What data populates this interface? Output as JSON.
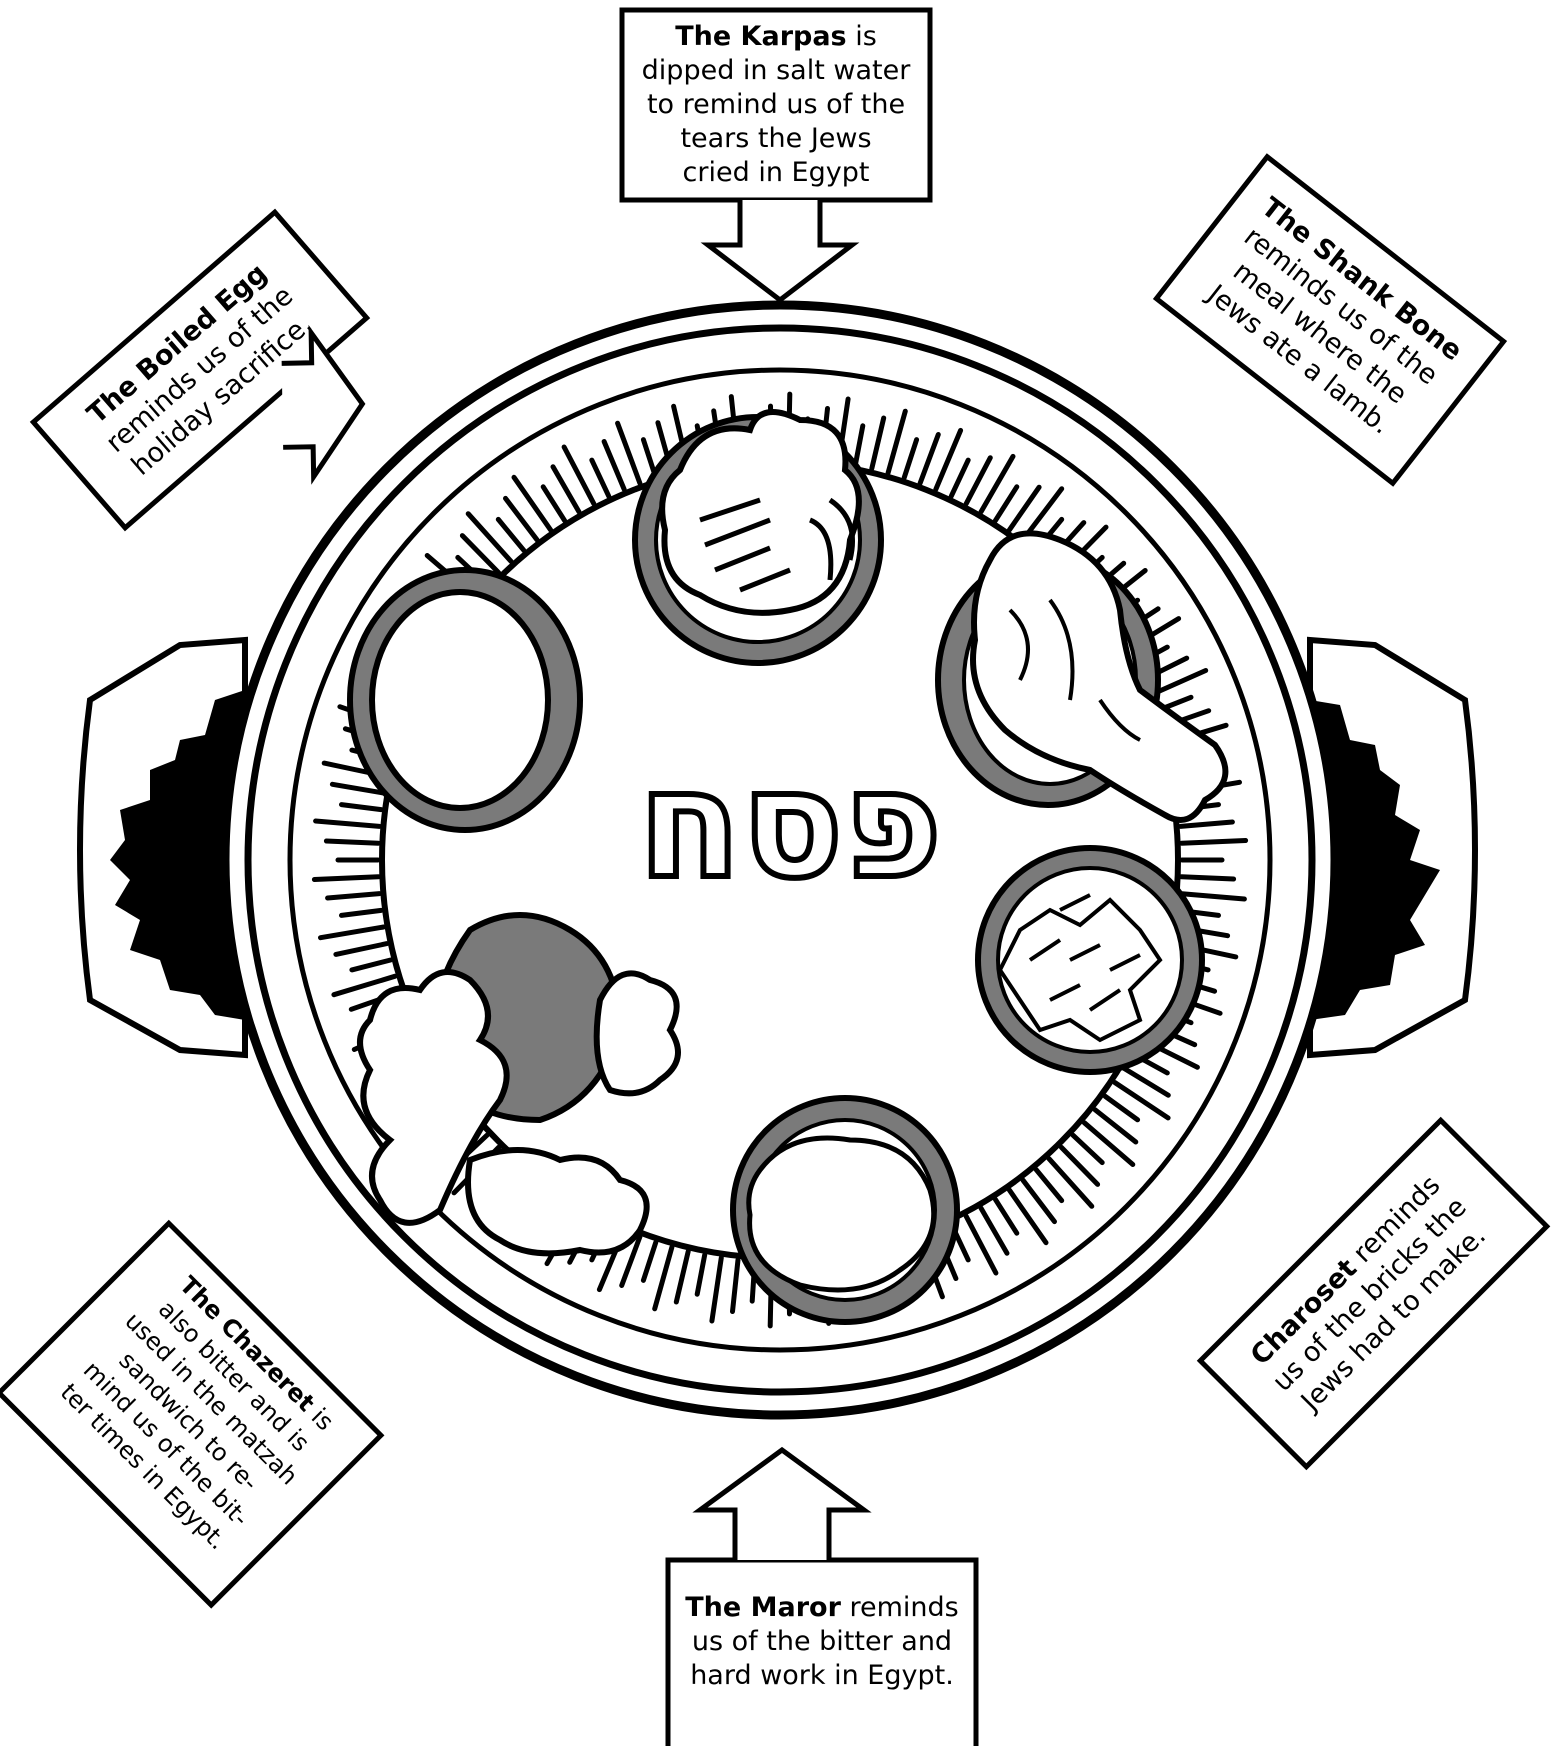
{
  "plate": {
    "hebrew_word": "פסח"
  },
  "labels": {
    "karpas": {
      "bold": "The Karpas",
      "rest": " is",
      "lines": [
        "dipped in salt water",
        "to remind us of the",
        "tears the Jews",
        "cried in Egypt"
      ]
    },
    "egg": {
      "bold": "The Boiled Egg",
      "rest": "",
      "lines": [
        "reminds us of the",
        "holiday sacrifice."
      ]
    },
    "shank": {
      "bold": "The Shank Bone",
      "rest": "",
      "lines": [
        "reminds us of the",
        "meal where the",
        "Jews ate a lamb."
      ]
    },
    "chazeret": {
      "bold": "The Chazeret",
      "rest": " is",
      "lines": [
        "also bitter and is",
        "used in the matzah",
        "sandwich to re-",
        "mind us of the bit-",
        "ter times in Egypt."
      ]
    },
    "charoset": {
      "bold": "Charoset",
      "rest": " reminds",
      "lines": [
        "us of the bricks the",
        "Jews had to make."
      ]
    },
    "maror": {
      "bold": "The Maror",
      "rest": " reminds",
      "lines": [
        "us of the bitter and",
        "hard work in Egypt."
      ]
    }
  },
  "colors": {
    "ink": "#000000",
    "paper": "#ffffff",
    "bowl_rim": "#7a7a7a"
  }
}
